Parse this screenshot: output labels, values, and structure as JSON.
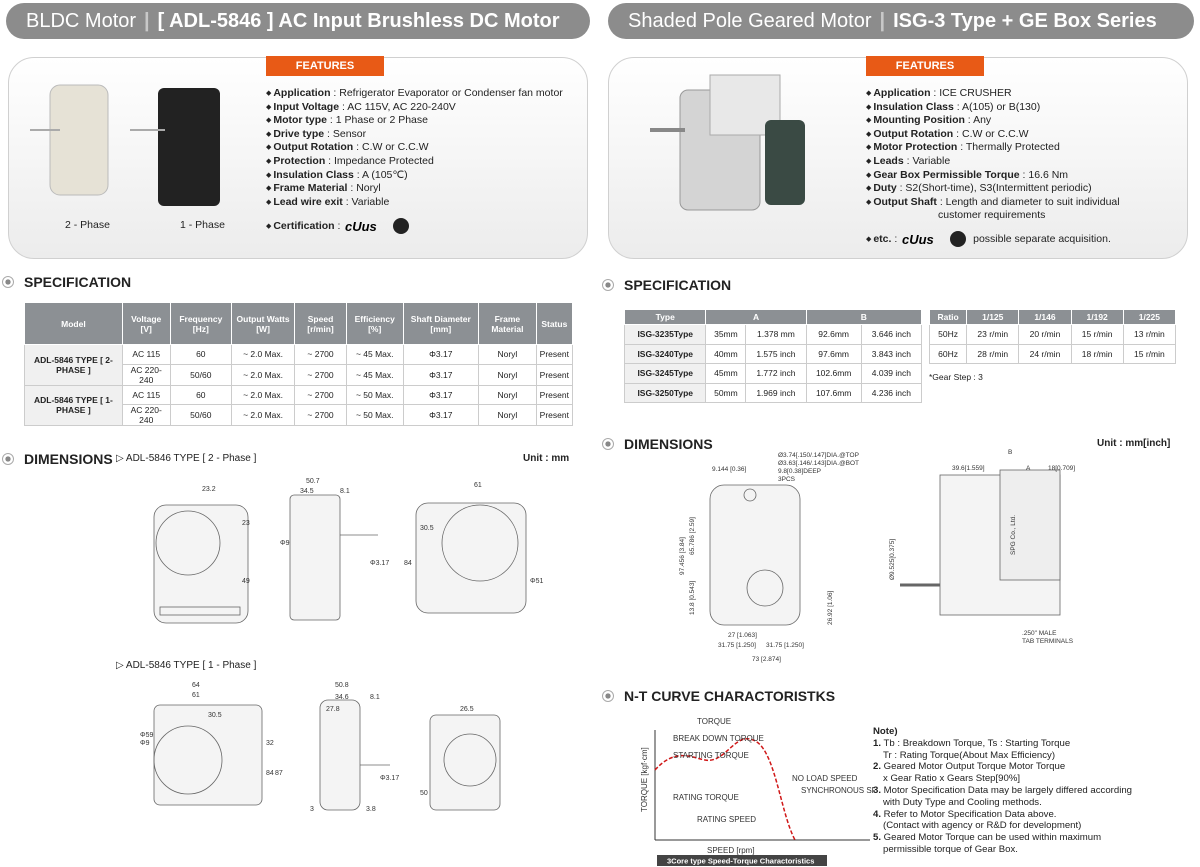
{
  "left": {
    "header": {
      "light": "BLDC Motor",
      "bold": "[ ADL-5846 ] AC Input Brushless DC Motor"
    },
    "features_label": "FEATURES",
    "photo_captions": [
      "2 - Phase",
      "1 - Phase"
    ],
    "features": [
      {
        "k": "Application",
        "v": " : Refrigerator Evaporator or Condenser fan motor"
      },
      {
        "k": "Input Voltage",
        "v": " : AC 115V, AC 220-240V"
      },
      {
        "k": "Motor type",
        "v": " : 1 Phase or 2 Phase"
      },
      {
        "k": "Drive type",
        "v": " : Sensor"
      },
      {
        "k": "Output Rotation",
        "v": " : C.W or C.C.W"
      },
      {
        "k": "Protection",
        "v": " : Impedance Protected"
      },
      {
        "k": "Insulation Class",
        "v": " : A (105℃)"
      },
      {
        "k": "Frame Material",
        "v": " : Noryl"
      },
      {
        "k": "Lead wire exit",
        "v": " : Variable"
      }
    ],
    "certification": {
      "k": "Certification",
      "v": " : "
    },
    "spec_title": "SPECIFICATION",
    "spec": {
      "headers": [
        "Model",
        "Voltage [V]",
        "Frequency [Hz]",
        "Output Watts [W]",
        "Speed [r/min]",
        "Efficiency [%]",
        "Shaft Diameter [mm]",
        "Frame Material",
        "Status"
      ],
      "groups": [
        {
          "model": "ADL-5846 TYPE [ 2-PHASE ]",
          "rows": [
            [
              "AC 115",
              "60",
              "~ 2.0 Max.",
              "~ 2700",
              "~ 45 Max.",
              "Φ3.17",
              "Noryl",
              "Present"
            ],
            [
              "AC 220-240",
              "50/60",
              "~ 2.0 Max.",
              "~ 2700",
              "~ 45 Max.",
              "Φ3.17",
              "Noryl",
              "Present"
            ]
          ]
        },
        {
          "model": "ADL-5846 TYPE [ 1-PHASE ]",
          "rows": [
            [
              "AC 115",
              "60",
              "~ 2.0 Max.",
              "~ 2700",
              "~ 50 Max.",
              "Φ3.17",
              "Noryl",
              "Present"
            ],
            [
              "AC 220-240",
              "50/60",
              "~ 2.0 Max.",
              "~ 2700",
              "~ 50 Max.",
              "Φ3.17",
              "Noryl",
              "Present"
            ]
          ]
        }
      ]
    },
    "dim_title": "DIMENSIONS",
    "dim_sub1": "▷ ADL-5846 TYPE [ 2 - Phase ]",
    "dim_sub2": "▷ ADL-5846 TYPE [ 1 - Phase ]",
    "unit": "Unit : mm",
    "dims2": [
      "23.2",
      "50.7",
      "34.5",
      "8.1",
      "61",
      "30.5",
      "49",
      "84",
      "Φ9",
      "Φ3.17",
      "Φ51",
      "23"
    ],
    "dims1": [
      "64",
      "61",
      "30.5",
      "50.8",
      "34.6",
      "8.1",
      "27.8",
      "26.5",
      "Φ59",
      "Φ9",
      "32",
      "84",
      "87",
      "3",
      "3.8",
      "50",
      "Φ3.17"
    ]
  },
  "right": {
    "header": {
      "light": "Shaded Pole Geared Motor",
      "bold": "ISG-3 Type + GE Box Series"
    },
    "features_label": "FEATURES",
    "features": [
      {
        "k": "Application",
        "v": " : ICE CRUSHER"
      },
      {
        "k": "Insulation Class",
        "v": " : A(105) or B(130)"
      },
      {
        "k": "Mounting Position",
        "v": " : Any"
      },
      {
        "k": "Output Rotation",
        "v": " : C.W or C.C.W"
      },
      {
        "k": "Motor Protection",
        "v": " : Thermally Protected"
      },
      {
        "k": "Leads",
        "v": " : Variable"
      },
      {
        "k": "Gear Box Permissible Torque",
        "v": " : 16.6 Nm"
      },
      {
        "k": "Duty",
        "v": " : S2(Short-time), S3(Intermittent periodic)"
      },
      {
        "k": "Output Shaft",
        "v": " : Length and diameter to suit individual"
      }
    ],
    "features_cont": "customer requirements",
    "etc": {
      "k": "etc.",
      "v": " : ",
      "after": "possible separate acquisition."
    },
    "spec_title": "SPECIFICATION",
    "type_table": {
      "headers": [
        "Type",
        "A",
        "B"
      ],
      "rows": [
        [
          "ISG-3235Type",
          "35mm",
          "1.378 mm",
          "92.6mm",
          "3.646 inch"
        ],
        [
          "ISG-3240Type",
          "40mm",
          "1.575 inch",
          "97.6mm",
          "3.843 inch"
        ],
        [
          "ISG-3245Type",
          "45mm",
          "1.772 inch",
          "102.6mm",
          "4.039 inch"
        ],
        [
          "ISG-3250Type",
          "50mm",
          "1.969 inch",
          "107.6mm",
          "4.236 inch"
        ]
      ]
    },
    "ratio_table": {
      "headers": [
        "Ratio",
        "1/125",
        "1/146",
        "1/192",
        "1/225"
      ],
      "rows": [
        [
          "50Hz",
          "23 r/min",
          "20 r/min",
          "15 r/min",
          "13 r/min"
        ],
        [
          "60Hz",
          "28 r/min",
          "24 r/min",
          "18 r/min",
          "15 r/min"
        ]
      ]
    },
    "gear_note": "*Gear Step : 3",
    "dim_title": "DIMENSIONS",
    "unit": "Unit : mm[inch]",
    "dims": [
      "Ø3.74[.150/.147]DIA.@TOP",
      "Ø3.63[.146/.143]DIA.@BOT",
      "9.8[0.38]DEEP",
      "3PCS",
      "9.144 [0.36]",
      "97.456 [3.84]",
      "65.786 [2.59]",
      "13.8 [0.543]",
      "26.92 [1.06]",
      "27 [1.063]",
      "31.75 [1.250]",
      "31.75 [1.250]",
      "73 [2.874]",
      "B",
      "39.6[1.559]",
      "A",
      "18[0.709]",
      "Ø9.525[0.375]",
      ".250\" MALE",
      "TAB TERMINALS",
      "SPG Co., Ltd."
    ],
    "nt_title": "N-T CURVE CHARACTORISTKS",
    "chart_data": {
      "type": "line",
      "title": "3Core type Speed-Torque Charactoristics",
      "xlabel": "SPEED [rpm]",
      "ylabel": "TORQUE [kgf·cm]",
      "annotations": [
        "TORQUE",
        "BREAK DOWN TORQUE",
        "STARTING TORQUE",
        "RATING TORQUE",
        "RATING SPEED",
        "NO LOAD SPEED",
        "SYNCHRONOUS SPEED"
      ]
    },
    "notes_title": "Note)",
    "notes": [
      {
        "n": "1.",
        "t": " Tb : Breakdown Torque, Ts : Starting Torque",
        "t2": "Tr : Rating Torque(About Max Efficiency)"
      },
      {
        "n": "2.",
        "t": " Geared Motor Output Torque Motor Torque",
        "t2": "x Gear Ratio x Gears Step[90%]"
      },
      {
        "n": "3.",
        "t": " Motor Specification Data may be largely differed according",
        "t2": "with Duty Type and Cooling methods."
      },
      {
        "n": "4.",
        "t": " Refer to Motor Specification Data above.",
        "t2": "(Contact with agency or R&D for development)"
      },
      {
        "n": "5.",
        "t": " Geared Motor Torque can be used within maximum",
        "t2": "permissible torque of Gear Box."
      }
    ]
  }
}
